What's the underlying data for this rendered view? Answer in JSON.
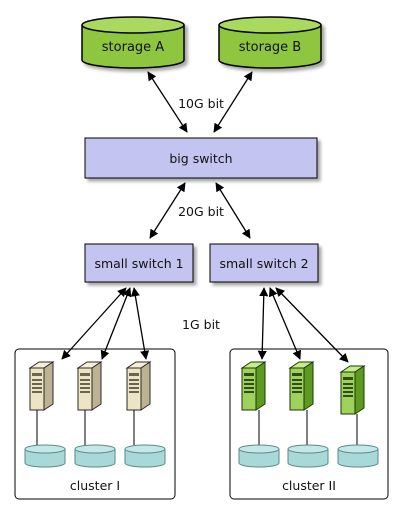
{
  "nodes": {
    "storage_a": "storage A",
    "storage_b": "storage B",
    "big_switch": "big switch",
    "small_switch_1": "small switch 1",
    "small_switch_2": "small switch 2"
  },
  "links": {
    "storage_to_big": "10G bit",
    "big_to_small": "20G bit",
    "small_to_servers": "1G bit"
  },
  "clusters": [
    {
      "label": "cluster I",
      "server_color": "#ece4c4"
    },
    {
      "label": "cluster II",
      "server_color": "#9fd25c"
    }
  ],
  "colors": {
    "storage_fill": "#8ec63f",
    "switch_fill": "#c4c4f0",
    "disk_fill": "#a8d8d8"
  },
  "icons": [
    "database-icon",
    "server-icon",
    "disk-icon"
  ]
}
